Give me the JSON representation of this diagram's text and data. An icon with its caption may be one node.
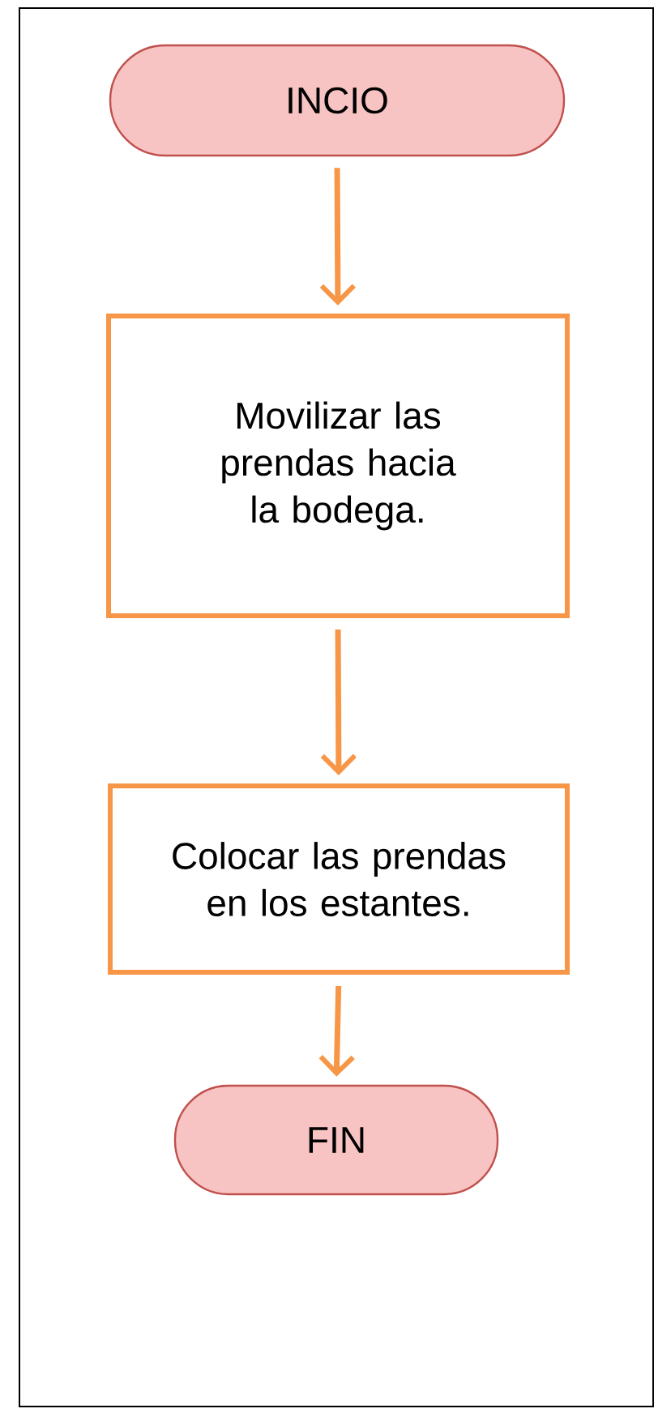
{
  "diagram": {
    "nodes": [
      {
        "text": [
          "INCIO"
        ]
      },
      {
        "text": [
          "Movilizar las prendas hacia la bodega."
        ]
      },
      {
        "text": [
          "Colocar las prendas en los estantes."
        ]
      },
      {
        "text": [
          "FIN"
        ]
      }
    ],
    "edges": [
      {
        "from": 0,
        "to": 1,
        "arrow": "to"
      },
      {
        "from": 1,
        "to": 2,
        "arrow": "to"
      },
      {
        "from": 2,
        "to": 3,
        "arrow": "to"
      }
    ]
  }
}
